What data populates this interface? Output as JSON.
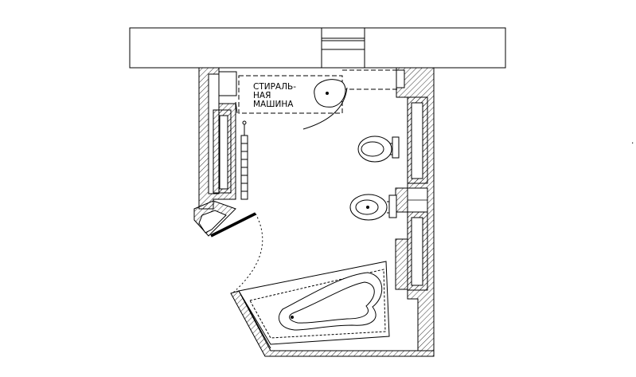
{
  "plan": {
    "washer_label_lines": [
      "СТИРАЛЬ-",
      "НАЯ",
      "МАШИНА"
    ],
    "edge_mark": "·"
  },
  "fixtures": [
    "washbasin-icon",
    "toilet-icon",
    "bidet-icon",
    "bathtub-icon",
    "towel-radiator-icon",
    "door-icon"
  ]
}
